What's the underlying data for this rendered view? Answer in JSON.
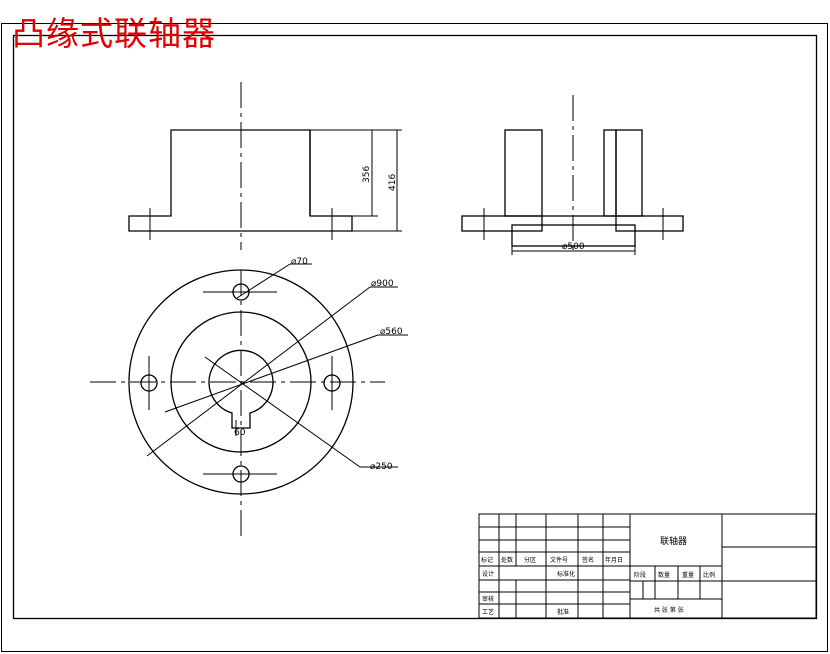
{
  "title": "凸缘式联轴器",
  "title_color": "#e00000",
  "dimensions": {
    "height_inner": "356",
    "height_total": "416",
    "bore_small": "⌀70",
    "outer_dia": "⌀900",
    "mid_dia": "⌀560",
    "pitch_dia": "⌀250",
    "keyway": "60",
    "spigot_dia": "⌀500"
  },
  "title_block": {
    "part_name": "联轴器",
    "headers": [
      "标记",
      "处数",
      "分区",
      "文件号",
      "签名",
      "年月日"
    ],
    "row_design": [
      "设计",
      "标准化"
    ],
    "row_check": "审核",
    "row_process": [
      "工艺",
      "批准"
    ],
    "attrs": [
      "阶段",
      "数量",
      "重量",
      "比例"
    ],
    "sheet_info": "共  张  第  张"
  }
}
